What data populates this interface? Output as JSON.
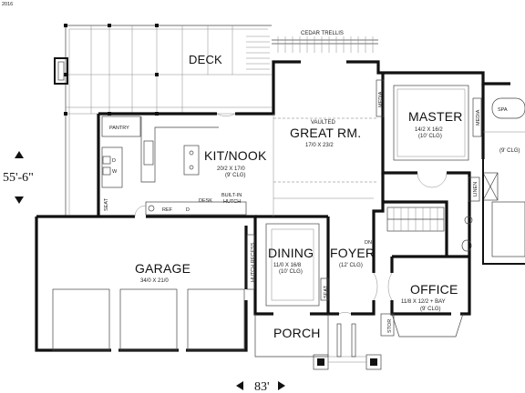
{
  "copyright": "2016",
  "overall": {
    "depth": "55'-6\"",
    "width": "83'"
  },
  "labels": {
    "trellis": "CEDAR TRELLIS",
    "pantry": "PANTRY",
    "desk": "DESK",
    "builtin": "BUILT-IN",
    "hutch": "HUTCH",
    "ref": "REF",
    "d": "D",
    "w": "W",
    "seat": "SEAT",
    "media": "MEDIA",
    "media2": "MEDIA",
    "hutch_recess": "HUTCH RECESS",
    "dn": "DN",
    "linen": "LINEN",
    "spa": "SPA",
    "stor": "STOR",
    "seat2": "SEAT"
  },
  "rooms": {
    "deck": {
      "name": "DECK"
    },
    "great": {
      "name": "GREAT RM.",
      "note": "VAULTED",
      "size": "17/0 X 23/2"
    },
    "master": {
      "name": "MASTER",
      "size": "14/2 X 16/2",
      "clg": "(10' CLG)"
    },
    "kit": {
      "name": "KIT/NOOK",
      "size": "20/2 X 17/0",
      "clg": "(9' CLG)"
    },
    "garage": {
      "name": "GARAGE",
      "size": "34/0 X 21/0"
    },
    "dining": {
      "name": "DINING",
      "size": "11/0 X 16/8",
      "clg": "(10' CLG)"
    },
    "foyer": {
      "name": "FOYER",
      "clg": "(12' CLG)"
    },
    "office": {
      "name": "OFFICE",
      "size": "11/8 X 12/2 + BAY",
      "clg": "(9' CLG)"
    },
    "porch": {
      "name": "PORCH"
    },
    "bath": {
      "clg": "(9' CLG)"
    }
  }
}
